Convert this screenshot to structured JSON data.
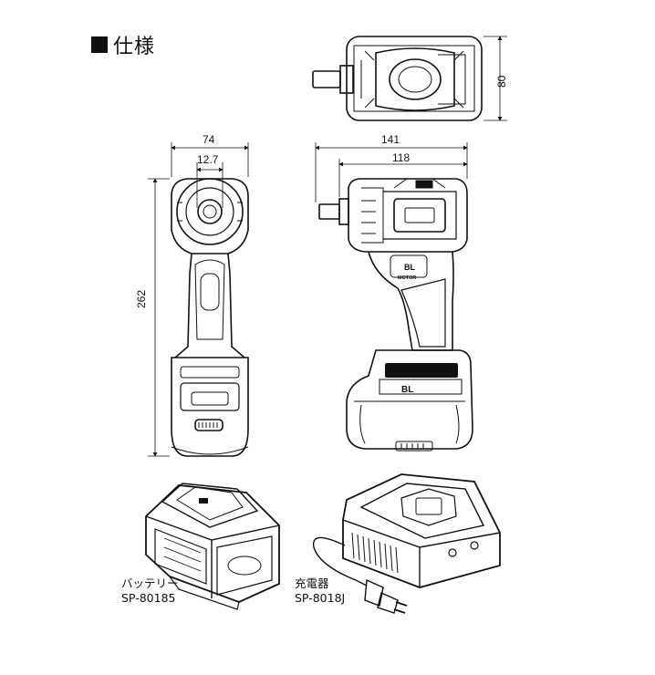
{
  "section": {
    "title": "仕様"
  },
  "dimensions": {
    "width_front": "74",
    "anvil": "12.7",
    "height": "262",
    "overall_length": "141",
    "head_length": "118",
    "top_depth": "80"
  },
  "labels": {
    "motor_badge_line1": "BL",
    "motor_badge_line2": "MOTOR",
    "battery_badge": "BL"
  },
  "items": [
    {
      "name": "バッテリー",
      "model": "SP-80185"
    },
    {
      "name": "充電器",
      "model": "SP-8018J"
    }
  ]
}
